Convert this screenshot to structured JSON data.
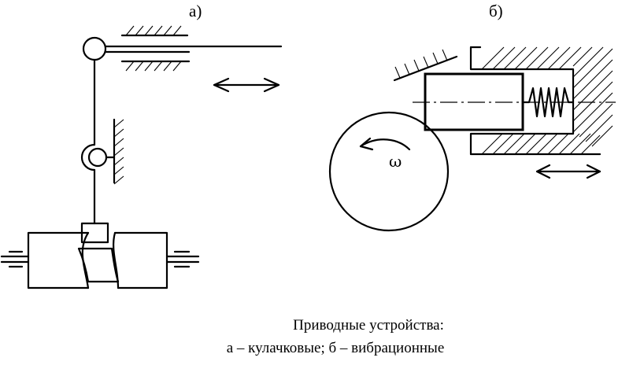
{
  "panels": {
    "a_label": "а)",
    "b_label": "б)"
  },
  "rotation_symbol": "ω",
  "caption": {
    "title": "Приводные устройства:",
    "legend": "а – кулачковые;  б – вибрационные"
  }
}
